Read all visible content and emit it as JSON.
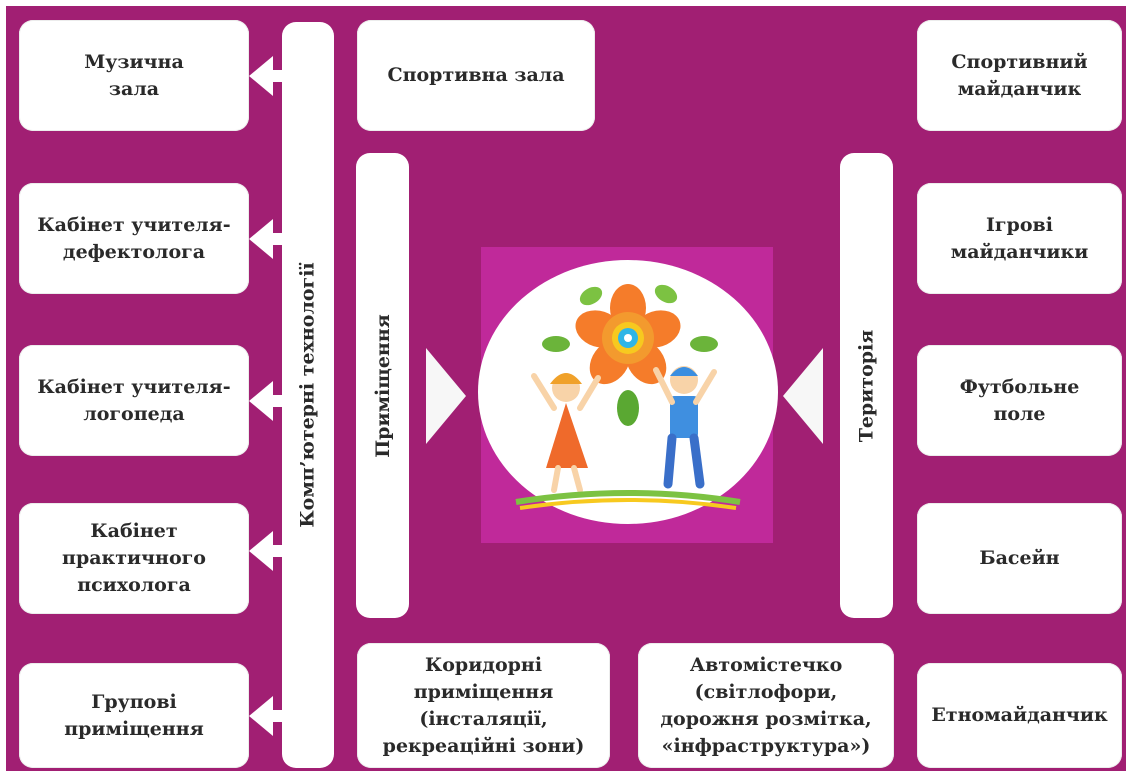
{
  "left_column": [
    {
      "id": "music-hall",
      "label": "Музична\nзала"
    },
    {
      "id": "defectologist",
      "label": "Кабінет учителя-\nдефектолога"
    },
    {
      "id": "speech-therapist",
      "label": "Кабінет учителя-\nлогопеда"
    },
    {
      "id": "psychologist",
      "label": "Кабінет\nпрактичного\nпсихолога"
    },
    {
      "id": "group-rooms",
      "label": "Групові\nприміщення"
    }
  ],
  "vertical_bars": {
    "computer_tech": "Комп’ютерні технології",
    "premises": "Приміщення",
    "territory": "Територія"
  },
  "center_top": {
    "label": "Спортивна зала"
  },
  "bottom": [
    {
      "id": "corridors",
      "label": "Коридорні\nприміщення\n(інсталяції,\nрекреаційні зони)"
    },
    {
      "id": "autotown",
      "label": "Автомістечко\n(світлофори,\nдорожня розмітка,\n«інфраструктура»)"
    }
  ],
  "right_column": [
    {
      "id": "sports-ground",
      "label": "Спортивний\nмайданчик"
    },
    {
      "id": "playgrounds",
      "label": "Ігрові\nмайданчики"
    },
    {
      "id": "football-field",
      "label": "Футбольне\nполе"
    },
    {
      "id": "pool",
      "label": "Басейн"
    },
    {
      "id": "ethno-ground",
      "label": "Етномайданчик"
    }
  ],
  "colors": {
    "background": "#a11f73",
    "logo_background": "#c0299a",
    "box": "#ffffff",
    "text": "#2a2a2a"
  },
  "center_icon": "kids-flower-logo"
}
